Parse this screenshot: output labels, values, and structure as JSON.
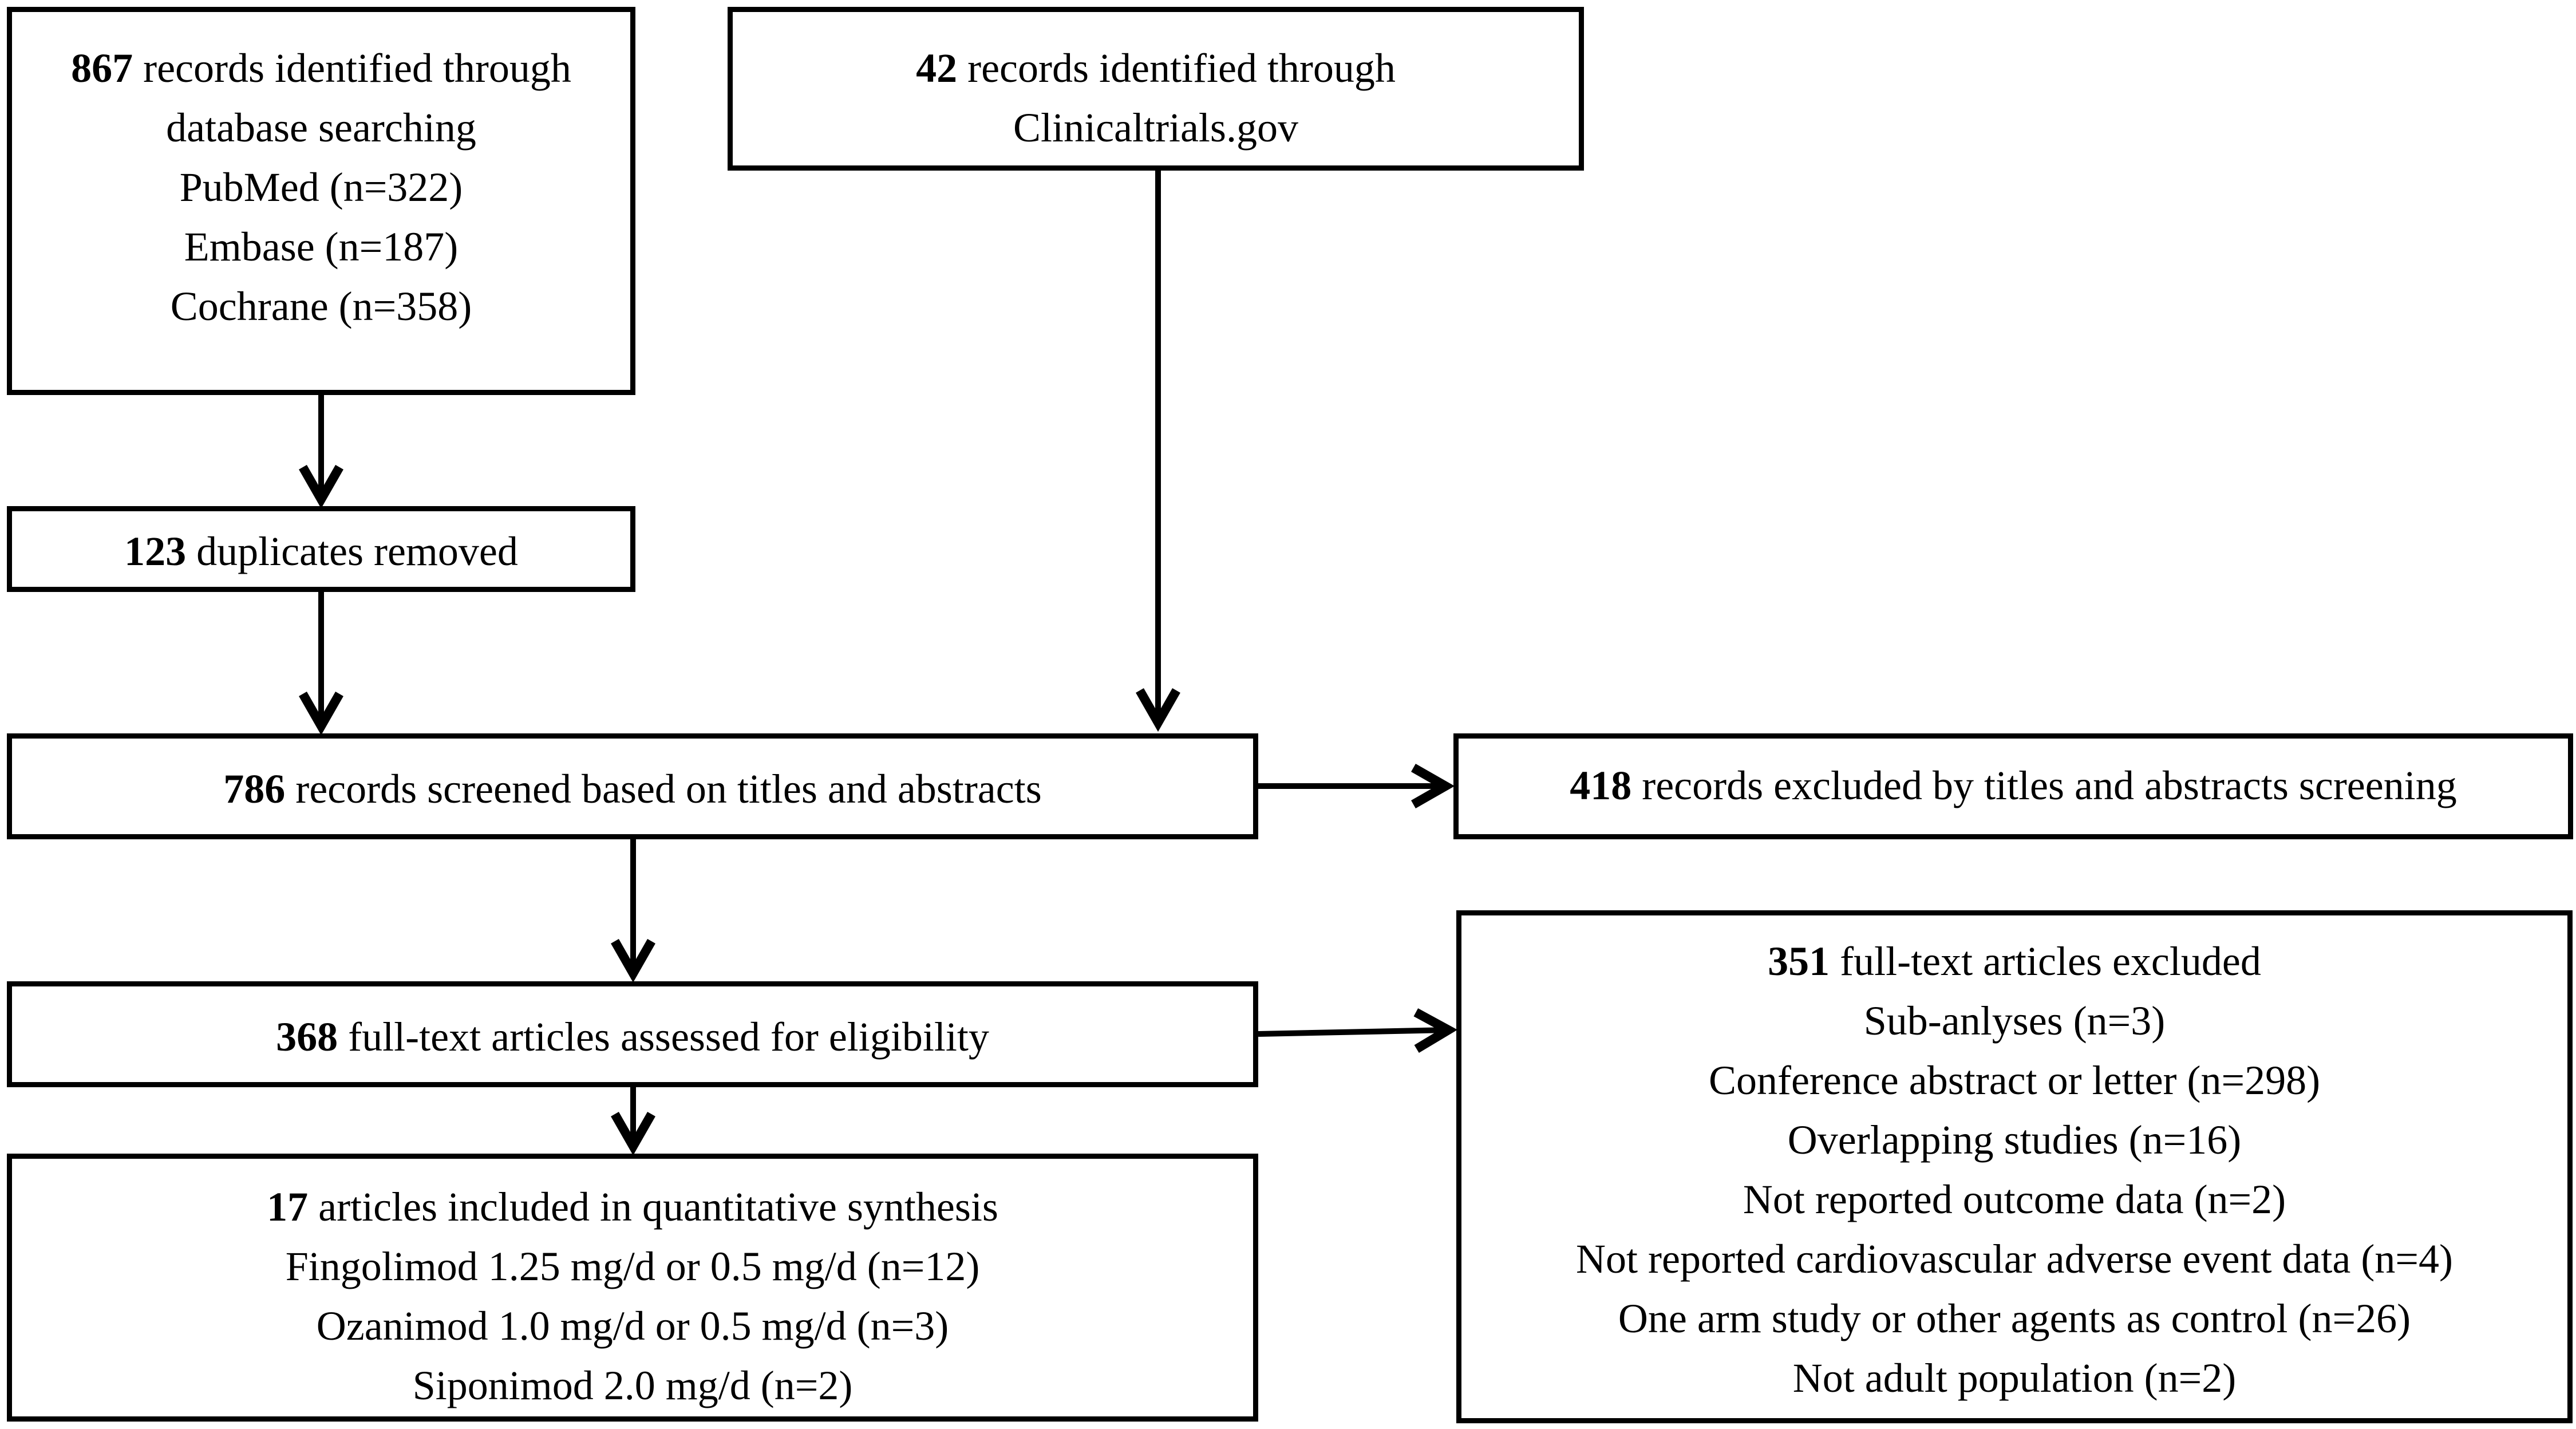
{
  "boxes": {
    "database": {
      "lines": [
        {
          "bold": "867",
          "text": " records identified through"
        },
        {
          "bold": "",
          "text": "database searching"
        },
        {
          "bold": "",
          "text": "PubMed (n=322)"
        },
        {
          "bold": "",
          "text": "Embase (n=187)"
        },
        {
          "bold": "",
          "text": "Cochrane (n=358)"
        }
      ]
    },
    "clinicaltrials": {
      "lines": [
        {
          "bold": "42",
          "text": " records identified through"
        },
        {
          "bold": "",
          "text": "Clinicaltrials.gov"
        }
      ]
    },
    "duplicates": {
      "lines": [
        {
          "bold": "123",
          "text": " duplicates removed"
        }
      ]
    },
    "screened": {
      "lines": [
        {
          "bold": "786",
          "text": " records screened based on titles and abstracts"
        }
      ]
    },
    "excluded_screening": {
      "lines": [
        {
          "bold": "418",
          "text": " records excluded by titles and abstracts screening"
        }
      ]
    },
    "fulltext": {
      "lines": [
        {
          "bold": "368",
          "text": " full-text articles assessed for eligibility"
        }
      ]
    },
    "excluded_fulltext": {
      "lines": [
        {
          "bold": "351",
          "text": " full-text articles excluded"
        },
        {
          "bold": "",
          "text": "Sub-anlyses (n=3)"
        },
        {
          "bold": "",
          "text": "Conference abstract or letter (n=298)"
        },
        {
          "bold": "",
          "text": "Overlapping studies (n=16)"
        },
        {
          "bold": "",
          "text": "Not reported outcome data (n=2)"
        },
        {
          "bold": "",
          "text": "Not reported cardiovascular adverse event data (n=4)"
        },
        {
          "bold": "",
          "text": "One arm study or other agents as control (n=26)"
        },
        {
          "bold": "",
          "text": "Not adult population (n=2)"
        }
      ]
    },
    "included": {
      "lines": [
        {
          "bold": "17",
          "text": " articles included in quantitative synthesis"
        },
        {
          "bold": "",
          "text": "Fingolimod 1.25 mg/d or 0.5 mg/d (n=12)"
        },
        {
          "bold": "",
          "text": "Ozanimod 1.0 mg/d or 0.5 mg/d (n=3)"
        },
        {
          "bold": "",
          "text": "Siponimod 2.0 mg/d (n=2)"
        }
      ]
    }
  }
}
